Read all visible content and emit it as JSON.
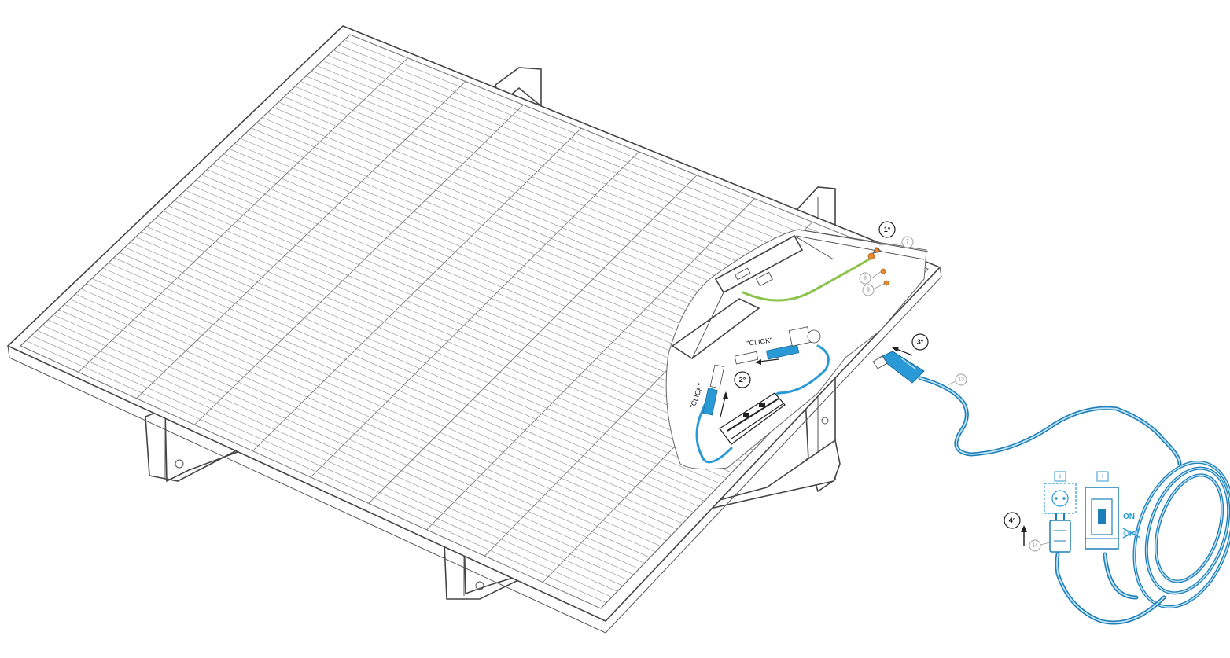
{
  "diagram": {
    "steps": [
      {
        "id": "step-1",
        "label": "1°"
      },
      {
        "id": "step-2",
        "label": "2°"
      },
      {
        "id": "step-3",
        "label": "3°"
      },
      {
        "id": "step-4",
        "label": "4°"
      }
    ],
    "part_refs": [
      {
        "id": "ref-7",
        "label": "7"
      },
      {
        "id": "ref-8",
        "label": "8"
      },
      {
        "id": "ref-9",
        "label": "9"
      },
      {
        "id": "ref-13",
        "label": "13"
      },
      {
        "id": "ref-14",
        "label": "14"
      }
    ],
    "click_labels": {
      "horizontal": "\"CLICK\"",
      "vertical": "\"CLICK\""
    },
    "info_markers": {
      "socket": "i",
      "breaker": "i"
    },
    "switch_labels": {
      "on": "ON",
      "off": "OFF"
    }
  },
  "colors": {
    "cable": "#2a9ad6",
    "ground_wire": "#8bc34a",
    "screws": "#e8892f",
    "outline": "#444444"
  },
  "icons": [
    "arrow-icon",
    "plug-icon",
    "socket-icon",
    "breaker-icon",
    "connector-icon"
  ]
}
